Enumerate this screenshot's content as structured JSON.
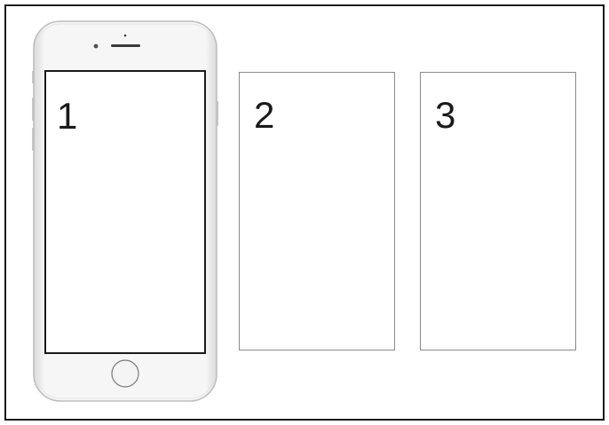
{
  "screens": [
    {
      "label": "1",
      "device": "iphone-mockup"
    },
    {
      "label": "2",
      "device": "blank-frame"
    },
    {
      "label": "3",
      "device": "blank-frame"
    }
  ],
  "colors": {
    "border": "#1a1a1a",
    "phone_body": "#f2f2f2",
    "phone_edge": "#bdbdbd",
    "screen_border": "#8a8a8a",
    "text": "#1a1a1a"
  }
}
